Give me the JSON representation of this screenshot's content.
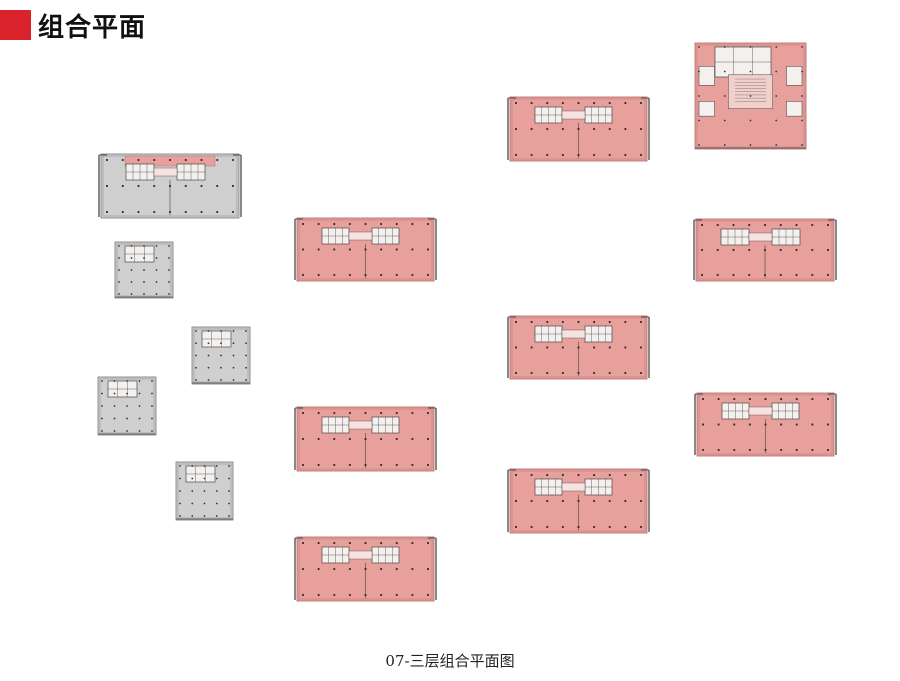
{
  "page": {
    "title": "组合平面",
    "caption": "07-三层组合平面图"
  },
  "colors": {
    "accent": "#d9222a",
    "pink_fill": "#e8a09d",
    "pink_stroke": "#b06562",
    "gray_fill": "#cfcfcf",
    "gray_stroke": "#777777"
  },
  "plans": [
    {
      "id": "gray-wide-top",
      "style": "gray",
      "kind": "wide",
      "pink_strip": true
    },
    {
      "id": "gray-square-1",
      "style": "gray",
      "kind": "square"
    },
    {
      "id": "gray-square-2",
      "style": "gray",
      "kind": "square"
    },
    {
      "id": "gray-square-3",
      "style": "gray",
      "kind": "square"
    },
    {
      "id": "gray-square-4",
      "style": "gray",
      "kind": "square"
    },
    {
      "id": "pink-left-1",
      "style": "pink",
      "kind": "wide"
    },
    {
      "id": "pink-left-2",
      "style": "pink",
      "kind": "wide"
    },
    {
      "id": "pink-left-3",
      "style": "pink",
      "kind": "wide"
    },
    {
      "id": "pink-mid-1",
      "style": "pink",
      "kind": "wide"
    },
    {
      "id": "pink-mid-2",
      "style": "pink",
      "kind": "wide"
    },
    {
      "id": "pink-mid-3",
      "style": "pink",
      "kind": "wide"
    },
    {
      "id": "pink-right-square",
      "style": "pink",
      "kind": "square"
    },
    {
      "id": "pink-right-1",
      "style": "pink",
      "kind": "wide"
    },
    {
      "id": "pink-right-2",
      "style": "pink",
      "kind": "wide"
    }
  ]
}
